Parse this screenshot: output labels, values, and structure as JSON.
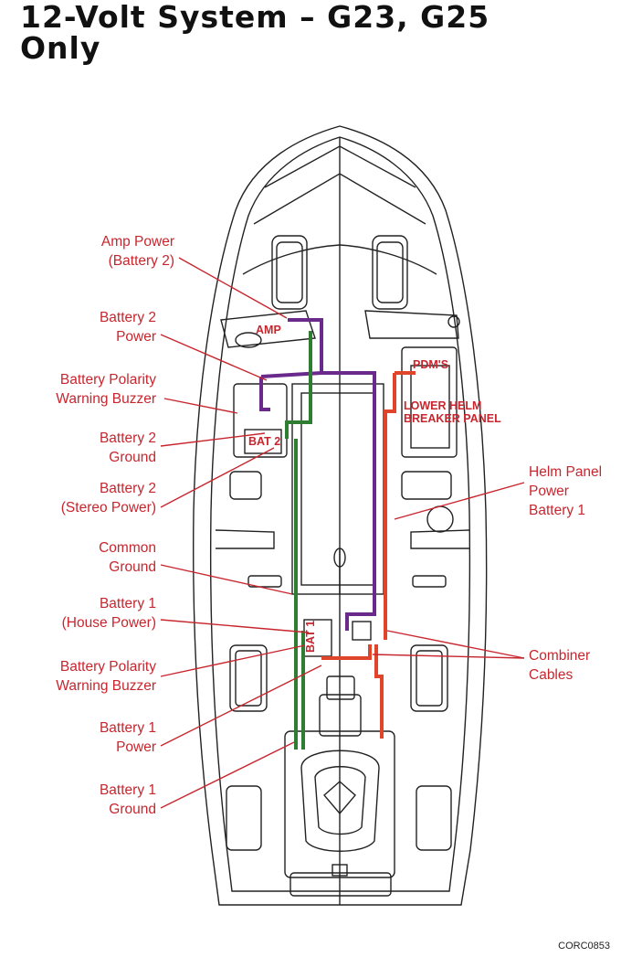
{
  "title": {
    "line1": "12-Volt System – G23, G25",
    "line2": "Only"
  },
  "labels": {
    "amp_power": [
      "Amp Power",
      "(Battery 2)"
    ],
    "battery2_power": [
      "Battery 2",
      "Power"
    ],
    "polarity_buzzer_2": [
      "Battery Polarity",
      "Warning Buzzer"
    ],
    "battery2_ground": [
      "Battery 2",
      "Ground"
    ],
    "battery2_stereo": [
      "Battery 2",
      "(Stereo Power)"
    ],
    "common_ground": [
      "Common",
      "Ground"
    ],
    "battery1_house": [
      "Battery 1",
      "(House Power)"
    ],
    "polarity_buzzer_1": [
      "Battery Polarity",
      "Warning Buzzer"
    ],
    "battery1_power": [
      "Battery 1",
      "Power"
    ],
    "battery1_ground": [
      "Battery 1",
      "Ground"
    ],
    "helm_panel": [
      "Helm Panel",
      "Power",
      "Battery 1"
    ],
    "combiner": [
      "Combiner",
      "Cables"
    ]
  },
  "tags": {
    "amp": "AMP",
    "pdm": "PDM'S",
    "lower_helm": [
      "LOWER HELM",
      "BREAKER PANEL"
    ],
    "bat2": "BAT 2",
    "bat1": "BAT 1"
  },
  "figure_code": "CORC0853",
  "colors": {
    "label_red": "#c8262e",
    "wire_purple": "#6a2a8c",
    "wire_green": "#2e7d32",
    "wire_red": "#e0452b",
    "outline": "#222222"
  }
}
